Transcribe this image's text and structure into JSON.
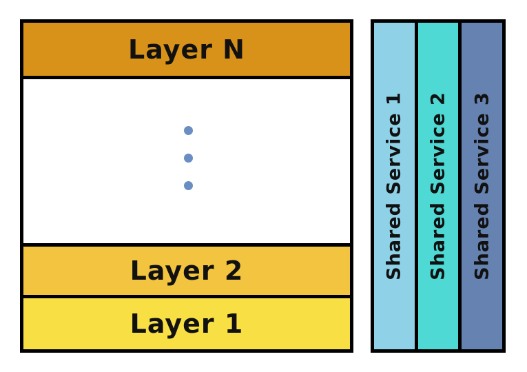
{
  "layers": {
    "top_label": "Layer N",
    "second_label": "Layer 2",
    "first_label": "Layer 1",
    "ellipsis_icon": "vertical-ellipsis",
    "colors": {
      "layer_n": "#d8921a",
      "layer_2": "#f2c43f",
      "layer_1": "#f8e044",
      "dots": "#6a8ec2"
    }
  },
  "shared_services": {
    "items": [
      {
        "label": "Shared Service 1",
        "color": "#8fd2e8"
      },
      {
        "label": "Shared Service 2",
        "color": "#4fd9d4"
      },
      {
        "label": "Shared Service 3",
        "color": "#6682b1"
      }
    ]
  }
}
